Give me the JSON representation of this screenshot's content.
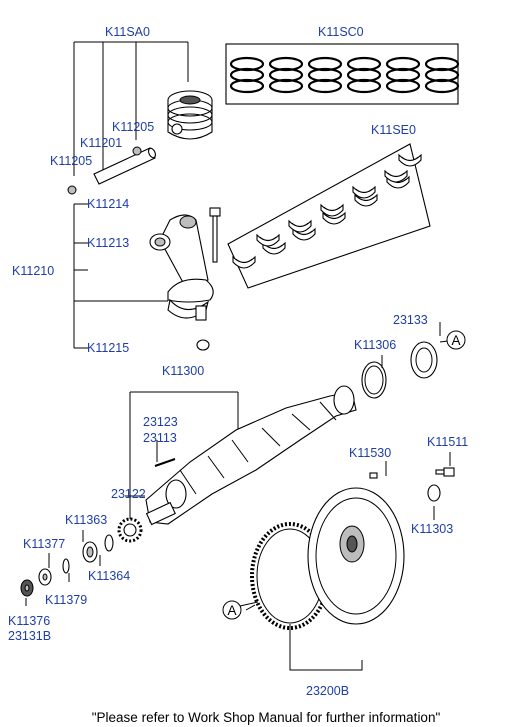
{
  "labels": {
    "k11sa0": "K11SA0",
    "k11sc0": "K11SC0",
    "k11205_top": "K11205",
    "k11201": "K11201",
    "k11205_left": "K11205",
    "k11se0": "K11SE0",
    "k11214": "K11214",
    "k11213": "K11213",
    "k11210": "K11210",
    "k11215": "K11215",
    "p23133": "23133",
    "k11306": "K11306",
    "callout_a": "A",
    "k11300": "K11300",
    "p23123": "23123",
    "p23113": "23113",
    "k11511": "K11511",
    "k11530": "K11530",
    "p23122": "23122",
    "k11363": "K11363",
    "k11377": "K11377",
    "k11303": "K11303",
    "k11364": "K11364",
    "k11379": "K11379",
    "k11376": "K11376",
    "p23131b": "23131B",
    "p23200b": "23200B"
  },
  "footer": {
    "note": "\"Please refer to Work Shop Manual for further information\""
  },
  "colors": {
    "label": "#1e3ea8",
    "line": "#000000"
  }
}
